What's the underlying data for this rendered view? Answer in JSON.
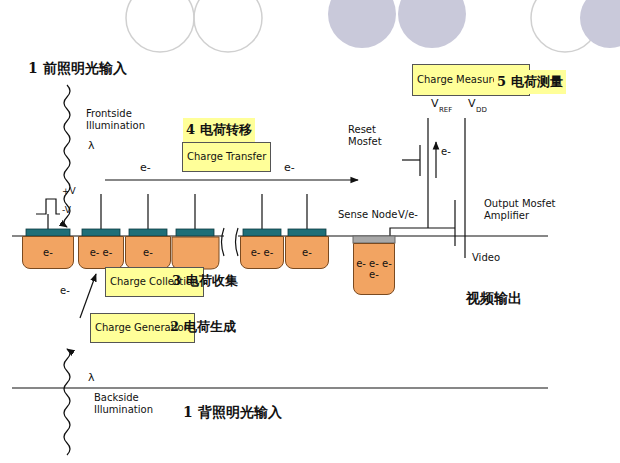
{
  "diagram": {
    "nodes": [
      {
        "text": [
          "4 电荷转移"
        ]
      },
      {
        "text": [
          "Charge Transfer"
        ]
      },
      {
        "text": [
          "Charge Measurement"
        ]
      },
      {
        "text": [
          "5 电荷测量"
        ]
      },
      {
        "text": [
          "e-"
        ]
      },
      {
        "text": [
          "e- e-"
        ]
      },
      {
        "text": [
          "e-"
        ]
      },
      {
        "text": [
          "e- e-"
        ]
      },
      {
        "text": [
          "e-"
        ]
      },
      {
        "text": [
          "e- e- e- e-"
        ]
      },
      {
        "text": [
          "Charge Collection"
        ]
      },
      {
        "text": [
          "Charge Generation"
        ]
      }
    ],
    "labels": [
      "1 前照明光输入",
      "Frontside Illumination",
      "λ",
      "e-",
      "e-",
      "+V",
      "-V",
      "e-",
      "3 电荷收集",
      "2 电荷生成",
      "λ",
      "Backside Illumination",
      "1 背照明光输入",
      "Reset Mosfet",
      "V",
      "REF",
      "V",
      "DD",
      "e-",
      "Sense Node",
      "V/e-",
      "Output Mosfet Amplifier",
      "Video",
      "视频输出"
    ]
  }
}
